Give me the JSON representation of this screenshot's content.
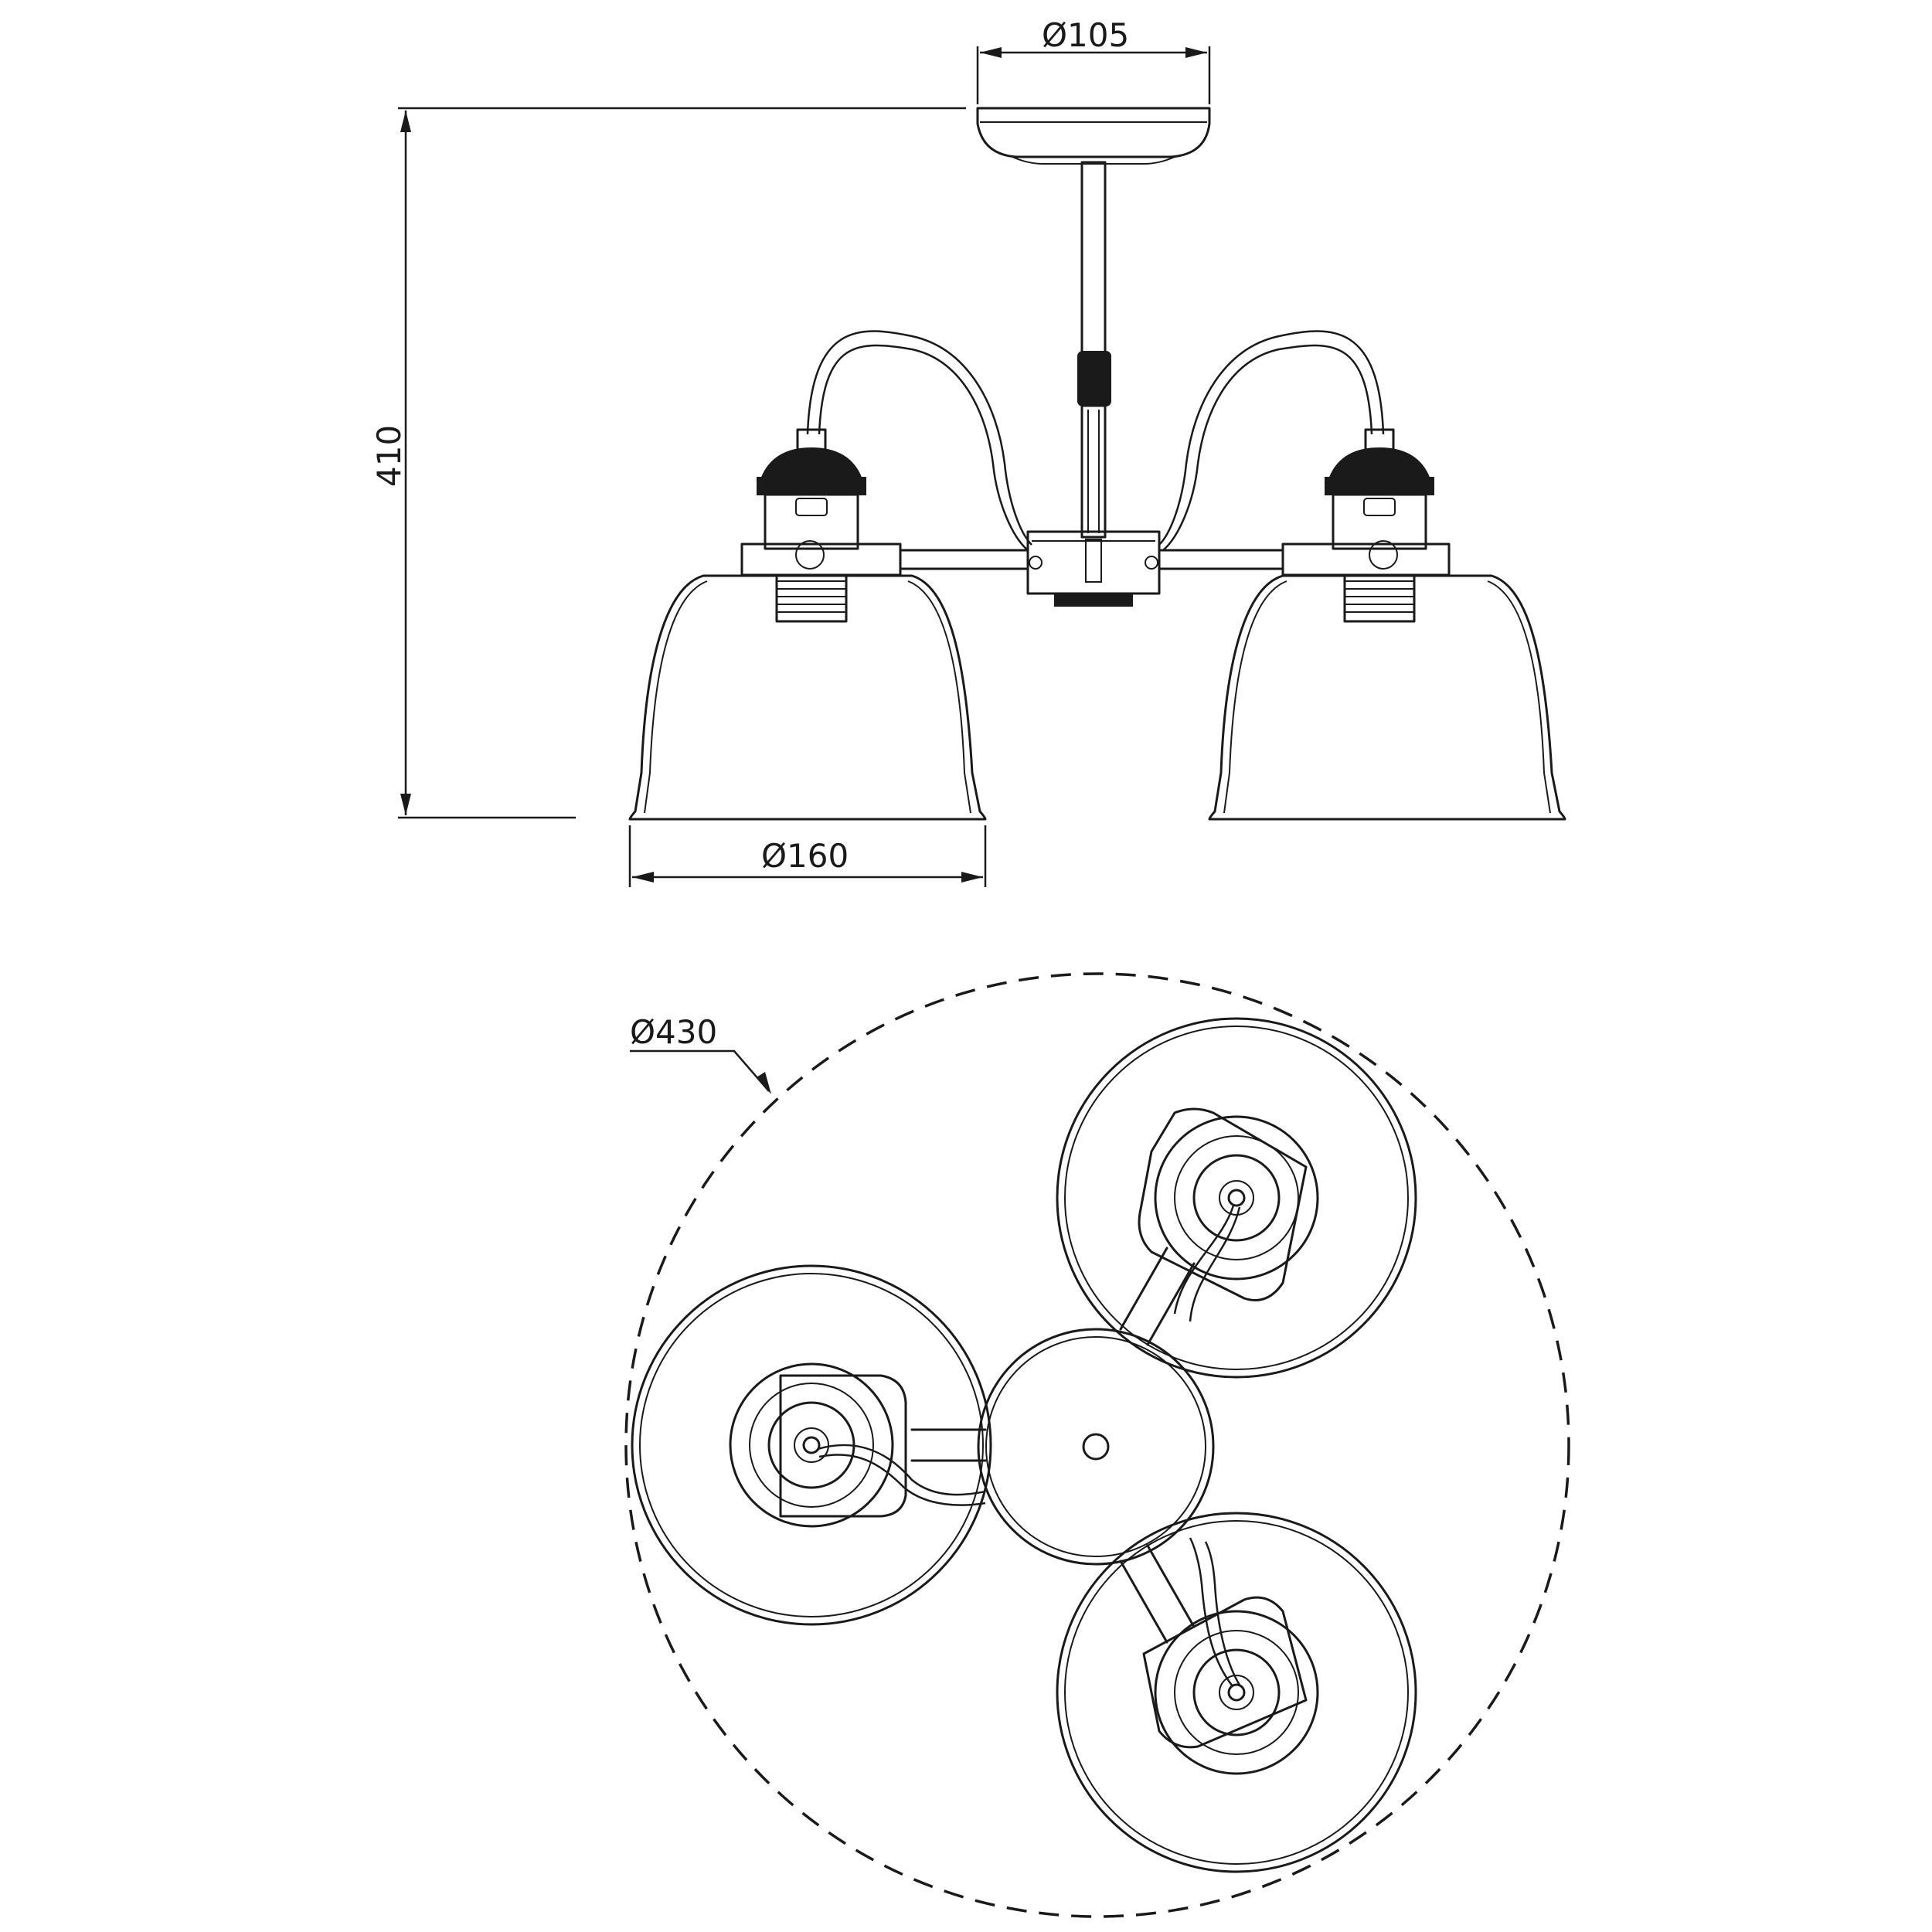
{
  "dimensions": {
    "canopy_diameter": "Ø105",
    "total_height": "410",
    "shade_diameter": "Ø160",
    "overall_diameter": "Ø430"
  }
}
